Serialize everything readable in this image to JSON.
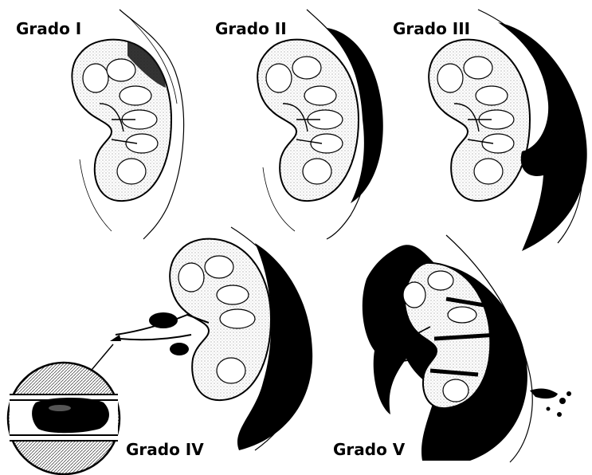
{
  "labels": {
    "grade1": "Grado I",
    "grade2": "Grado II",
    "grade3": "Grado III",
    "grade4": "Grado IV",
    "grade5": "Grado V"
  },
  "colors": {
    "ink": "#000000",
    "paper": "#ffffff",
    "cortex_fill": "#f2f2f2"
  },
  "panels": [
    {
      "name": "grade-1-kidney",
      "injury": "subcapsular hematoma, small"
    },
    {
      "name": "grade-2-kidney",
      "injury": "perirenal hematoma, moderate"
    },
    {
      "name": "grade-3-kidney",
      "injury": "deep laceration with large hematoma"
    },
    {
      "name": "grade-4-kidney",
      "injury": "laceration into collecting system with vascular injury"
    },
    {
      "name": "grade-5-kidney",
      "injury": "shattered kidney with hilar avulsion"
    }
  ]
}
